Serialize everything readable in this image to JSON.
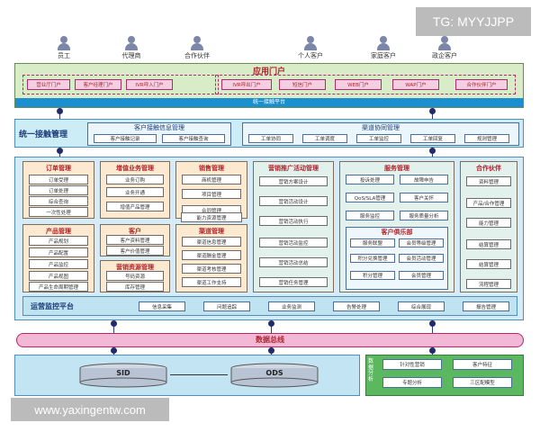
{
  "watermark_top": "TG: MYYJJPP",
  "watermark_bottom": "www.yaxingentw.com",
  "users": [
    "员工",
    "代理商",
    "合作伙伴",
    "个人客户",
    "家庭客户",
    "政企客户"
  ],
  "portal": {
    "title": "应用门户",
    "items": [
      "营业厅门户",
      "客户经理门户",
      "IVR呼入门户",
      "IVR呼出门户",
      "短信门户",
      "WEB门户",
      "WAP门户",
      "合作伙伴门户"
    ],
    "platform": "统一接触平台"
  },
  "contact": {
    "title": "统一接触管理",
    "info_title": "客户接触信息管理",
    "info_items": [
      "客户接触记录",
      "客户接触查询"
    ],
    "channel_title": "渠道协同管理",
    "channel_items": [
      "工单协同",
      "工单调度",
      "工单监控",
      "工单回复",
      "规则管理"
    ]
  },
  "order": {
    "title": "订单管理",
    "items": [
      "订单受理",
      "订单处理",
      "综合查询",
      "一次性处理"
    ]
  },
  "value_biz": {
    "title": "增值业务管理",
    "items": [
      "业务订购",
      "业务开通",
      "增值产品管理"
    ]
  },
  "sales": {
    "title": "销售管理",
    "items": [
      "商机管理",
      "项目管理",
      "合同管理",
      "能力资源管理"
    ]
  },
  "product": {
    "title": "产品管理",
    "items": [
      "产品规划",
      "产品配置",
      "产品监控",
      "产品视图",
      "产品生命周期管理"
    ]
  },
  "customer": {
    "title": "客户",
    "items": [
      "客户资料管理",
      "客户价值管理"
    ]
  },
  "marketing_res": {
    "title": "营销资源管理",
    "items": [
      "号码资源",
      "库存管理"
    ]
  },
  "channel": {
    "title": "渠道管理",
    "items": [
      "渠道信息管理",
      "渠道酬金管理",
      "渠道考核管理",
      "渠道工作支持"
    ]
  },
  "campaign": {
    "title": "营销推广活动管理",
    "items": [
      "营销方案设计",
      "营销活动设计",
      "营销活动执行",
      "营销活动监控",
      "营销活动总结",
      "营销任务管理"
    ]
  },
  "service": {
    "title": "服务管理",
    "items": [
      "投诉处理",
      "故障申告",
      "QoS/SLA管理",
      "客户关怀",
      "服务监控",
      "服务质量分析"
    ],
    "club_title": "客户俱乐部",
    "club_items": [
      "服务联盟",
      "会员等级管理",
      "积分兑换管理",
      "会员活动管理",
      "积分管理",
      "会员管理"
    ]
  },
  "partner": {
    "title": "合作伙伴",
    "items": [
      "资料管理",
      "产品/合作管理",
      "能力管理",
      "结算管理",
      "结算管理",
      "流程管理"
    ]
  },
  "ops": {
    "title": "运营监控平台",
    "items": [
      "信息采集",
      "问题追踪",
      "业务监测",
      "告警处理",
      "综合展现",
      "报告管理"
    ]
  },
  "bus": {
    "title": "数据总线"
  },
  "data": {
    "sid": "SID",
    "ods": "ODS"
  },
  "analysis": {
    "title": "数据分析",
    "items": [
      "针对性营销",
      "客户特征",
      "专题分析",
      "三区配模型"
    ]
  }
}
